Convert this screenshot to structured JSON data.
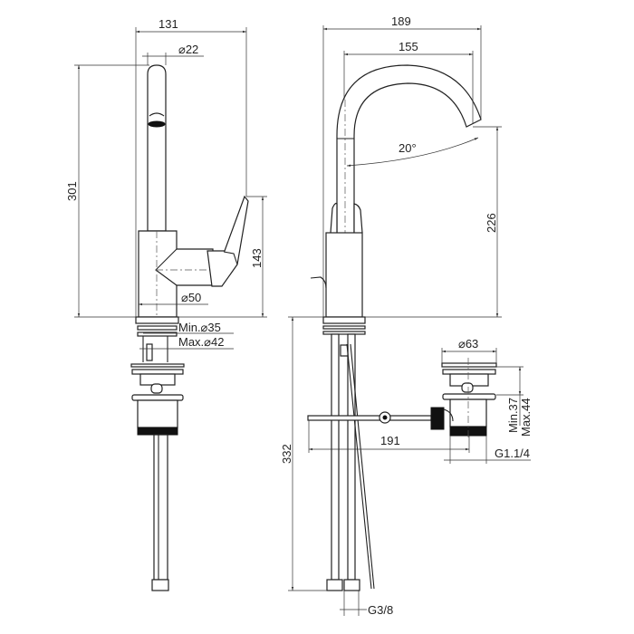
{
  "drawing": {
    "colors": {
      "line": "#222222",
      "background": "#ffffff"
    },
    "side_view": {
      "width_overall": "131",
      "spout_diameter": "⌀22",
      "height_overall": "301",
      "lever_height": "143",
      "base_diameter": "⌀50",
      "hole_min": "Min.⌀35",
      "hole_max": "Max.⌀42"
    },
    "front_view": {
      "width_overall": "189",
      "spout_reach": "155",
      "swivel_angle": "20°",
      "spout_height": "226",
      "below_deck_length": "332",
      "inlet_thread": "G3/8"
    },
    "waste": {
      "flange_diameter": "⌀63",
      "thickness_min": "Min.37",
      "thickness_max": "Max.44",
      "rod_length": "191",
      "thread": "G1.1/4"
    }
  }
}
